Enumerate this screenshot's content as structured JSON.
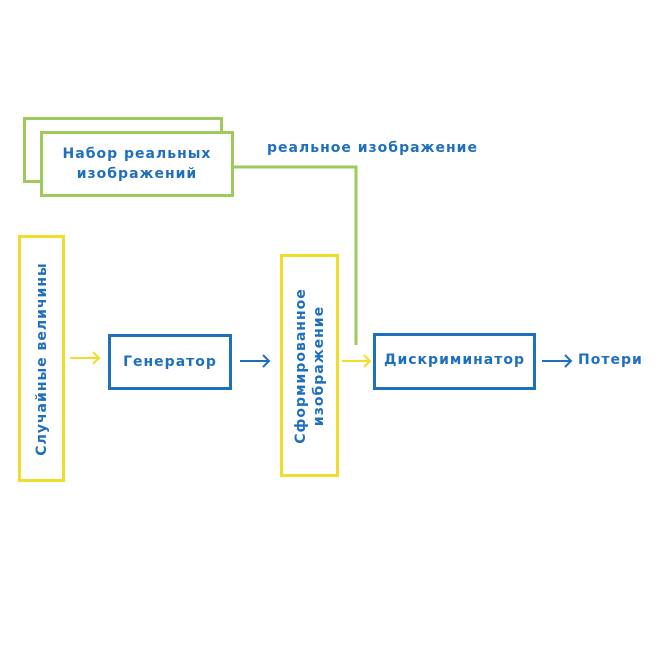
{
  "real_dataset": {
    "line1": "Набор реальных",
    "line2": "изображений"
  },
  "real_image_label": "реальное изображение",
  "random_input": "Случайные величины",
  "generator": "Генератор",
  "generated_image": {
    "line1": "Сформированное",
    "line2": "изображение"
  },
  "discriminator": "Дискриминатор",
  "loss": "Потери",
  "colors": {
    "blue": "#1f6fbf",
    "yellow": "#f0dc2a",
    "green": "#9ccb5c"
  }
}
